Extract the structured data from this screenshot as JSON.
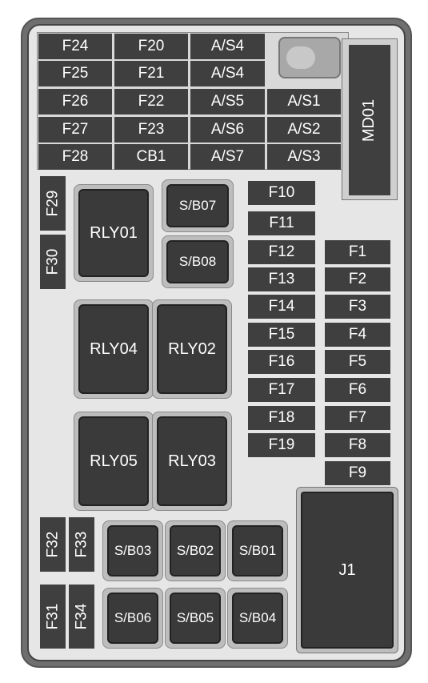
{
  "fuse_grid": [
    [
      "F24",
      "F20",
      "A/S4",
      ""
    ],
    [
      "F25",
      "F21",
      "A/S4",
      ""
    ],
    [
      "F26",
      "F22",
      "A/S5",
      "A/S1"
    ],
    [
      "F27",
      "F23",
      "A/S6",
      "A/S2"
    ],
    [
      "F28",
      "CB1",
      "A/S7",
      "A/S3"
    ]
  ],
  "md01": "MD01",
  "left_vertical": [
    "F29",
    "F30",
    "F32",
    "F33",
    "F31",
    "F34"
  ],
  "relays": [
    "RLY01",
    "RLY04",
    "RLY02",
    "RLY05",
    "RLY03"
  ],
  "small_blocks_top": [
    "S/B07",
    "S/B08"
  ],
  "middle_fuses": [
    "F10",
    "F11",
    "F12",
    "F13",
    "F14",
    "F15",
    "F16",
    "F17",
    "F18",
    "F19"
  ],
  "right_fuses": [
    "F1",
    "F2",
    "F3",
    "F4",
    "F5",
    "F6",
    "F7",
    "F8",
    "F9"
  ],
  "small_blocks_bottom": [
    "S/B03",
    "S/B02",
    "S/B01",
    "S/B06",
    "S/B05",
    "S/B04"
  ],
  "j1": "J1"
}
